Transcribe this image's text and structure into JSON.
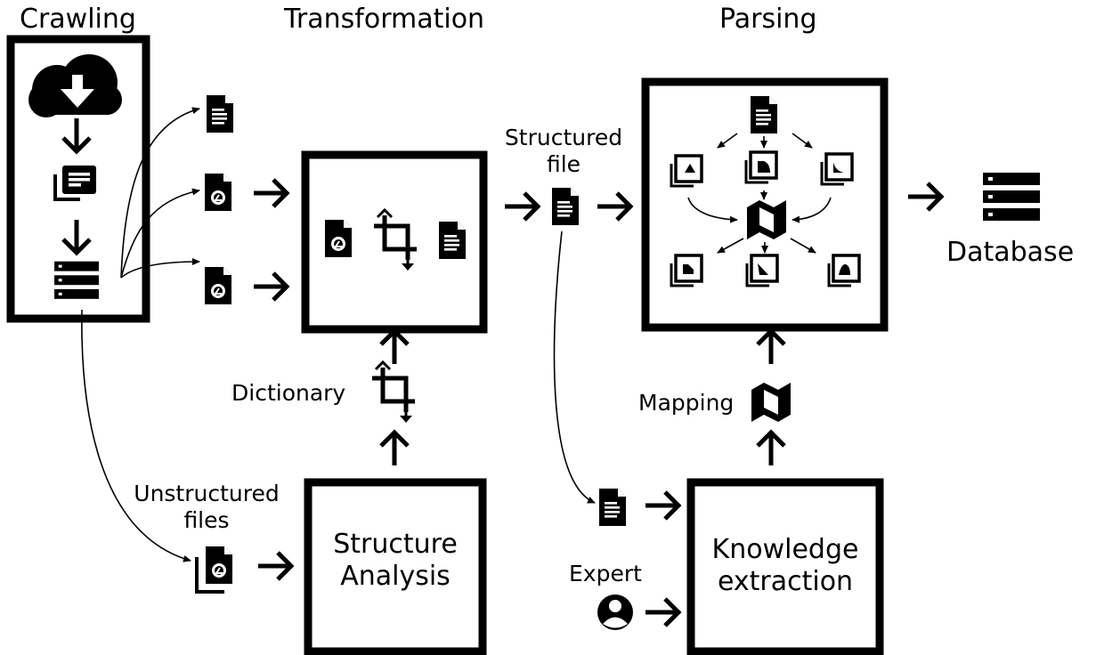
{
  "stages": {
    "crawling": "Crawling",
    "transformation": "Transformation",
    "parsing": "Parsing"
  },
  "labels": {
    "structured_file_1": "Structured",
    "structured_file_2": "file",
    "unstructured_files_1": "Unstructured",
    "unstructured_files_2": "files",
    "dictionary": "Dictionary",
    "mapping": "Mapping",
    "expert": "Expert",
    "database": "Database"
  },
  "boxes": {
    "structure_analysis_1": "Structure",
    "structure_analysis_2": "Analysis",
    "knowledge_extraction_1": "Knowledge",
    "knowledge_extraction_2": "extraction"
  },
  "icons": {
    "cloud": "cloud-download-icon",
    "docs": "documents-stack-icon",
    "server": "server-list-icon",
    "text_file": "text-file-icon",
    "pdf_file": "pdf-file-icon",
    "crop": "crop-transform-icon",
    "map": "map-icon",
    "user": "user-circle-icon",
    "database": "database-icon"
  }
}
